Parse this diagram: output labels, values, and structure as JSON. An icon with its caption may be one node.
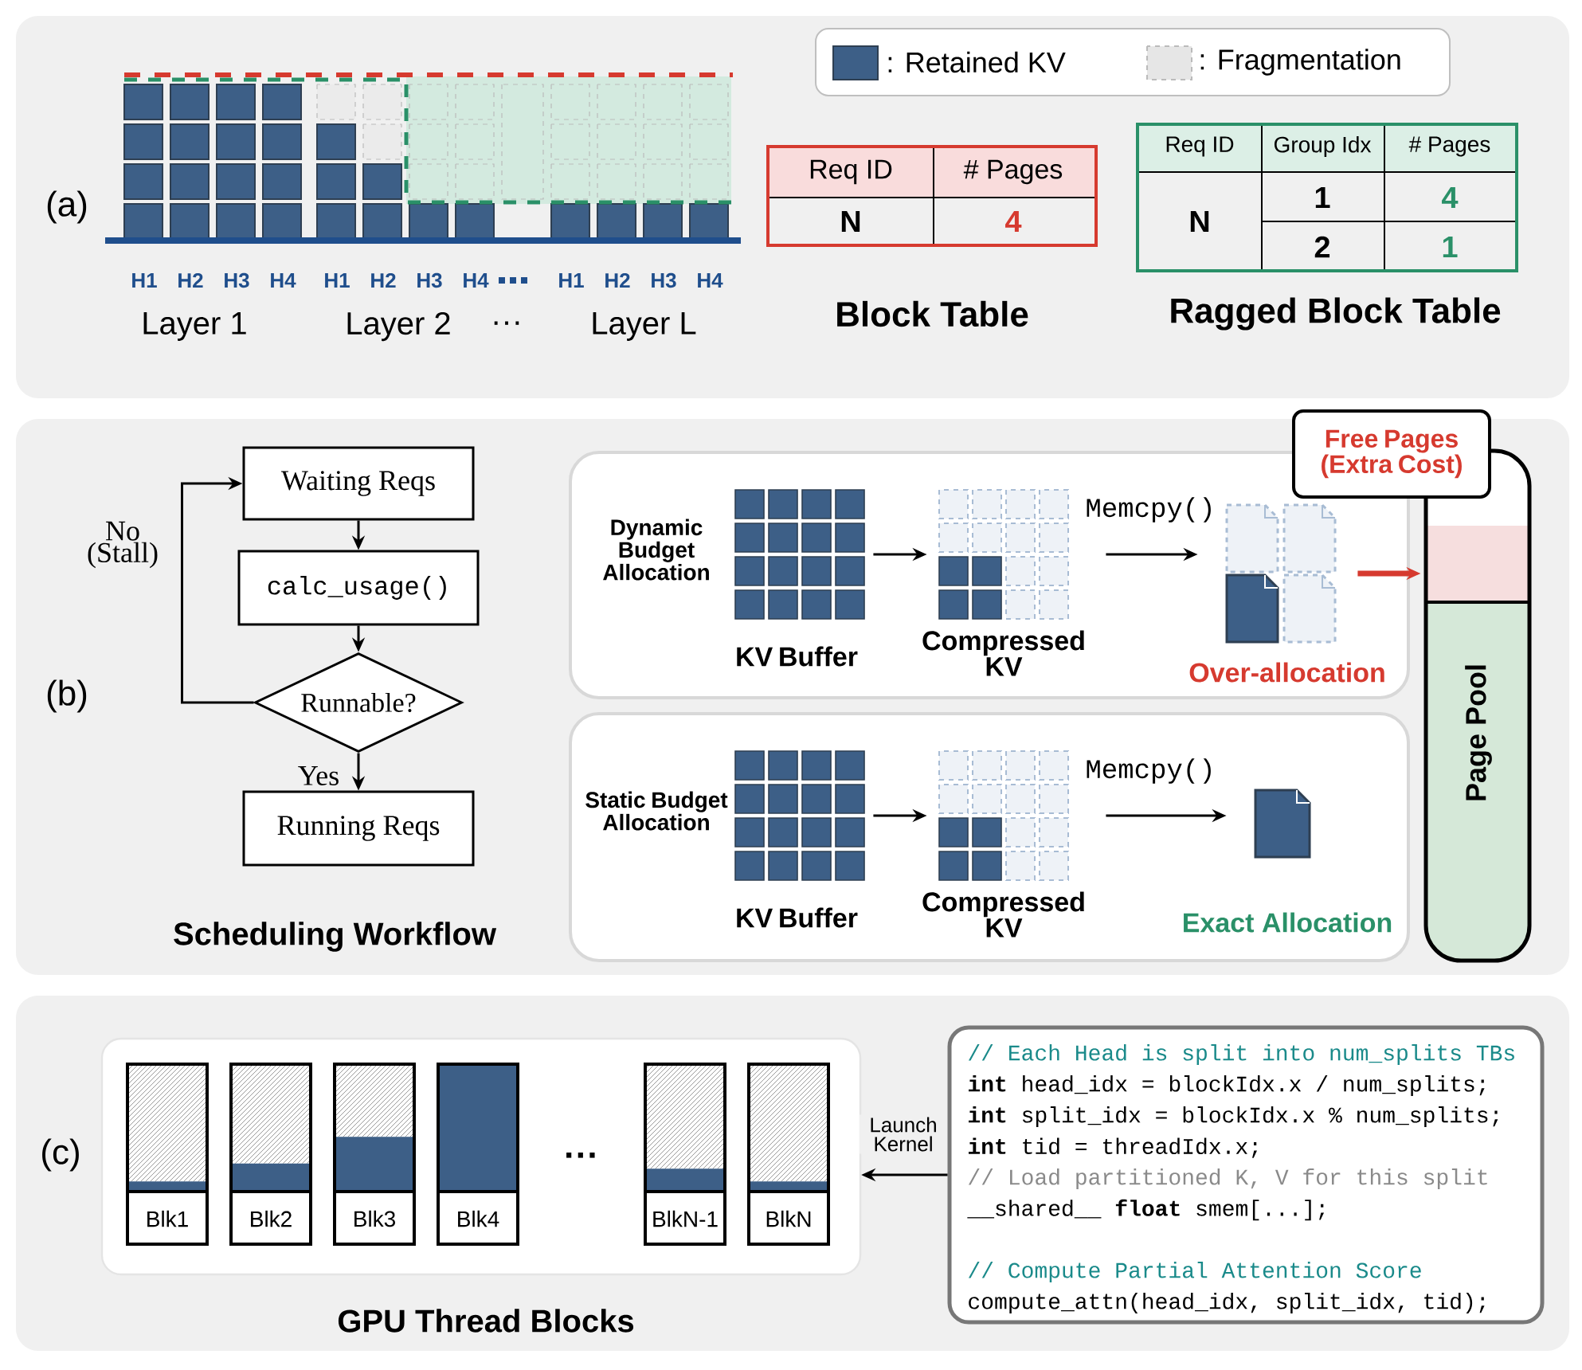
{
  "diagram": {
    "nodes": [
      {
        "text": [
          "(a)"
        ]
      },
      {
        "text": [
          "Block Table"
        ],
        "in": 0
      },
      {
        "text": [
          "Ragged Block Table"
        ],
        "in": 0
      },
      {
        "text": [
          "(b)"
        ]
      },
      {
        "text": [
          "Waiting Reqs"
        ],
        "in": 3
      },
      {
        "text": [
          "calc_usage()"
        ],
        "in": 3
      },
      {
        "text": [
          "Runnable?"
        ],
        "in": 3
      },
      {
        "text": [
          "Running Reqs"
        ],
        "in": 3
      },
      {
        "text": [
          "Dynamic Budget Allocation"
        ],
        "in": 3
      },
      {
        "text": [
          "KV Buffer"
        ],
        "in": 8
      },
      {
        "text": [
          "Compressed KV"
        ],
        "in": 8
      },
      {
        "text": [
          "Over-allocation"
        ],
        "in": 8
      },
      {
        "text": [
          "Static Budget Allocation"
        ],
        "in": 3
      },
      {
        "text": [
          "KV Buffer"
        ],
        "in": 12
      },
      {
        "text": [
          "Compressed KV"
        ],
        "in": 12
      },
      {
        "text": [
          "Exact Allocation"
        ],
        "in": 12
      },
      {
        "text": [
          "Page Pool"
        ],
        "in": 3
      },
      {
        "text": [
          "Free Pages (Extra Cost)"
        ]
      },
      {
        "text": [
          "(c)"
        ]
      },
      {
        "text": [
          "GPU Thread Blocks"
        ],
        "in": 18
      },
      {
        "text": [
          "Blk1"
        ],
        "in": 19
      },
      {
        "text": [
          "Blk2"
        ],
        "in": 19
      },
      {
        "text": [
          "Blk3"
        ],
        "in": 19
      },
      {
        "text": [
          "Blk4"
        ],
        "in": 19
      },
      {
        "text": [
          "BlkN-1"
        ],
        "in": 19
      },
      {
        "text": [
          "BlkN"
        ],
        "in": 19
      },
      {
        "text": [
          "// Each Head is split into num_splits TBs",
          "**int** head_idx = blockIdx.x / num_splits;",
          "**int** split_idx = blockIdx.x % num_splits;",
          "**int** tid = threadIdx.x;",
          "// Load partitioned K, V for this split",
          "__shared__ **float** smem[...];",
          "// Compute Partial Attention Score",
          "compute_attn(head_idx, split_idx, tid);"
        ],
        "in": 18
      }
    ],
    "edges": [
      {
        "from": 4,
        "to": 5,
        "arrow": "to"
      },
      {
        "from": 5,
        "to": 6,
        "arrow": "to"
      },
      {
        "from": 6,
        "to": 7,
        "arrow": "to",
        "label": "Yes"
      },
      {
        "from": 6,
        "to": 4,
        "arrow": "to",
        "label": "No (Stall)"
      },
      {
        "from": 9,
        "to": 10,
        "arrow": "to"
      },
      {
        "from": 10,
        "to": 11,
        "arrow": "to",
        "label": "Memcpy()"
      },
      {
        "from": 11,
        "to": 16,
        "arrow": "to",
        "style": "thick",
        "color": "#d63a2f"
      },
      {
        "from": 13,
        "to": 14,
        "arrow": "to"
      },
      {
        "from": 14,
        "to": 15,
        "arrow": "to",
        "label": "Memcpy()"
      },
      {
        "from": 26,
        "to": 19,
        "arrow": "to",
        "label": "Launch Kernel"
      }
    ],
    "labels": [
      "H1",
      "H2",
      "H3",
      "H4",
      "H1",
      "H2",
      "H3",
      "H4",
      "H1",
      "H2",
      "H3",
      "H4",
      "Layer 1",
      "Layer 2",
      "···",
      "Layer L",
      "Req ID",
      "# Pages",
      "N",
      "4",
      "Req ID",
      "Group Idx",
      "# Pages",
      "N",
      "1",
      "4",
      "2",
      "1",
      "Scheduling Workflow",
      "···"
    ],
    "legend": [
      {
        "text": ": Retained KV",
        "color": "#3d5f87"
      },
      {
        "text": ": Fragmentation",
        "color": "#e6e6e6"
      }
    ]
  }
}
